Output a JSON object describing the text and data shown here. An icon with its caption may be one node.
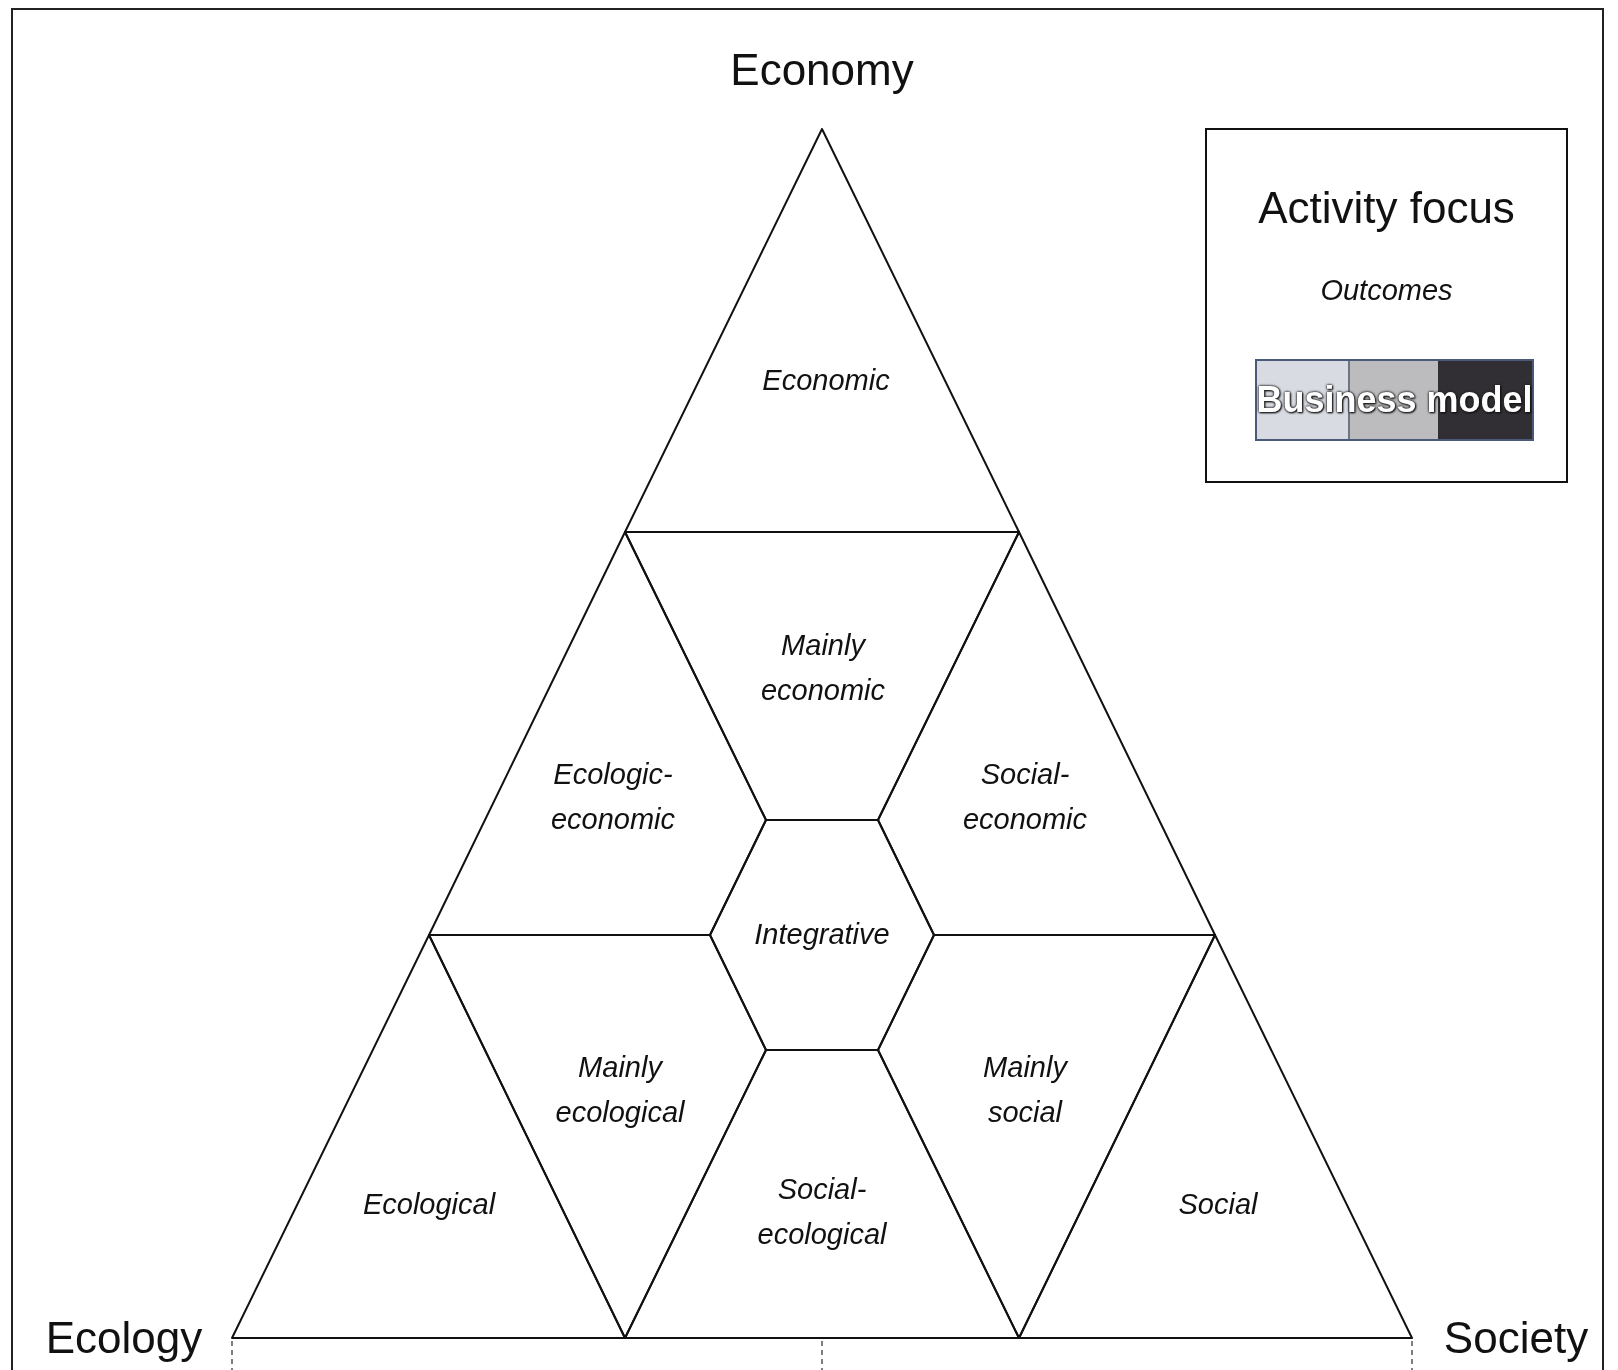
{
  "diagram": {
    "nodes": [
      {
        "text": [
          "Economic"
        ]
      },
      {
        "text": [
          "Mainly economic"
        ]
      },
      {
        "text": [
          "Ecologic- economic"
        ]
      },
      {
        "text": [
          "Social- economic"
        ]
      },
      {
        "text": [
          "Integrative"
        ]
      },
      {
        "text": [
          "Mainly ecological"
        ]
      },
      {
        "text": [
          "Mainly social"
        ]
      },
      {
        "text": [
          "Ecological"
        ]
      },
      {
        "text": [
          "Social- ecological"
        ]
      },
      {
        "text": [
          "Social"
        ]
      },
      {
        "text": [
          "Activity focus",
          "Outcomes"
        ]
      },
      {
        "text": [
          "Business model"
        ],
        "in": 10
      }
    ],
    "edges": [],
    "labels": [
      "Economy",
      "Ecology",
      "Society"
    ]
  }
}
